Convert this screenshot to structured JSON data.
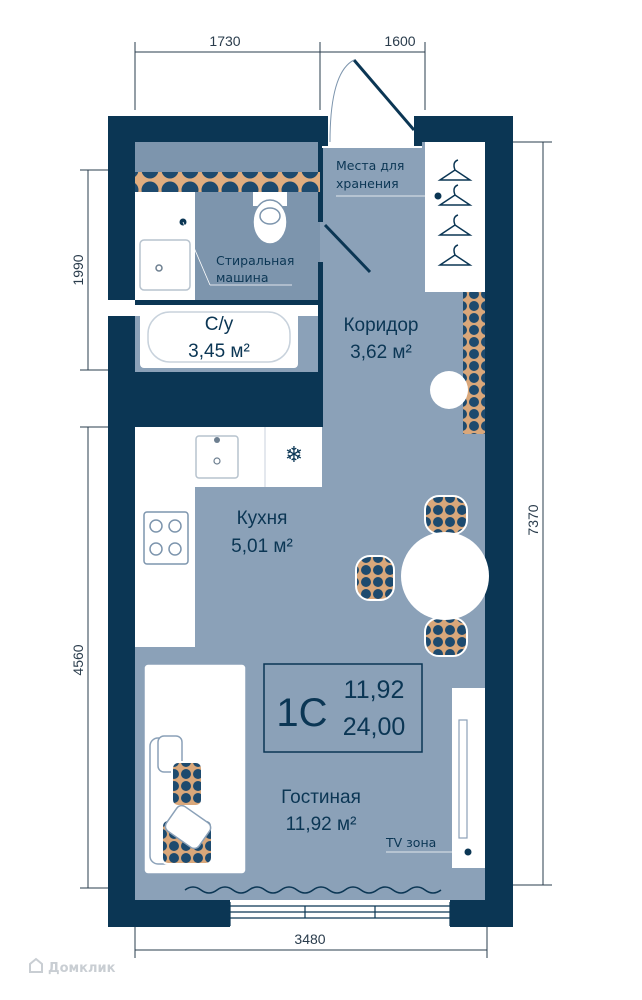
{
  "dimensions": {
    "top_left": "1730",
    "top_right": "1600",
    "left_upper": "1990",
    "left_lower": "4560",
    "right_total": "7370",
    "bottom": "3480"
  },
  "rooms": {
    "bathroom": {
      "title": "С/у",
      "area": "3,45 м²"
    },
    "corridor": {
      "title": "Коридор",
      "area": "3,62 м²"
    },
    "kitchen": {
      "title": "Кухня",
      "area": "5,01 м²"
    },
    "living": {
      "title": "Гостиная",
      "area": "11,92 м²"
    }
  },
  "labels": {
    "washing_machine_line1": "Стиральная",
    "washing_machine_line2": "машина",
    "storage_line1": "Места для",
    "storage_line2": "хранения",
    "tv_zone": "TV зона"
  },
  "apartment_code": {
    "type": "1С",
    "living_area": "11,92",
    "total_area": "24,00"
  },
  "watermark": "Домклик",
  "colors": {
    "wall": "#0b3654",
    "floor_main": "#8ba1b8",
    "floor_wet": "#7d95ad",
    "furniture": "#ffffff",
    "accent_tile": "#d9a77a"
  }
}
